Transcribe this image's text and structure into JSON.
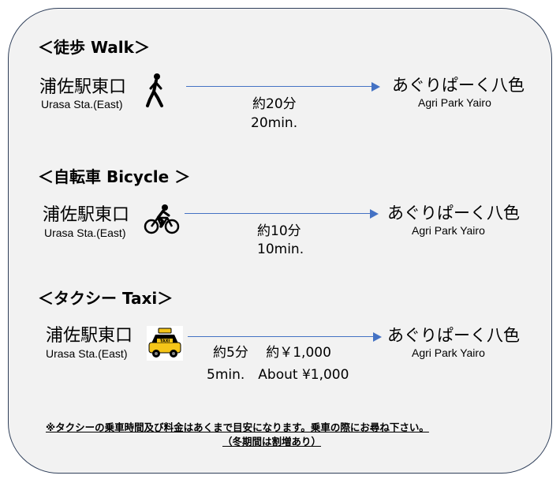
{
  "walk": {
    "heading": "＜徒歩  Walk＞",
    "from_jp": "浦佐駅東口",
    "from_en": "Urasa Sta.(East)",
    "to_jp": "あぐりぱーく八色",
    "to_en": "Agri Park Yairo",
    "time_jp": "約20分",
    "time_en": "20min.",
    "icon": "walking-person-icon"
  },
  "bicycle": {
    "heading": "＜自転車 Bicycle ＞",
    "from_jp": "浦佐駅東口",
    "from_en": "Urasa Sta.(East)",
    "to_jp": "あぐりぱーく八色",
    "to_en": "Agri Park Yairo",
    "time_jp": "約10分",
    "time_en": "10min.",
    "icon": "cyclist-icon"
  },
  "taxi": {
    "heading": "＜タクシー  Taxi＞",
    "from_jp": "浦佐駅東口",
    "from_en": "Urasa Sta.(East)",
    "to_jp": "あぐりぱーく八色",
    "to_en": "Agri Park Yairo",
    "time_jp": "約5分　 約￥1,000",
    "time_en": "5min.　About ¥1,000",
    "icon": "taxi-icon",
    "icon_text": "TAXI"
  },
  "note": {
    "line1": "※タクシーの乗車時間及び料金はあくまで目安になります。乗車の際にお尋ね下さい。",
    "line2": "（冬期間は割増あり）"
  },
  "colors": {
    "arrow": "#4472c4",
    "panel_bg": "#f2f2f2",
    "panel_border": "#2f3f5a",
    "taxi_body": "#f5c518"
  }
}
